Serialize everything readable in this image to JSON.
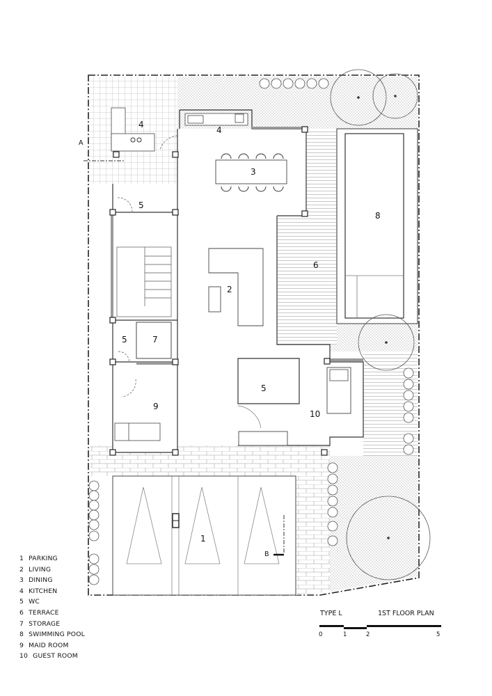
{
  "drawing": {
    "type_label": "TYPE  L",
    "plan_title": "1ST FLOOR PLAN",
    "scale_bar": {
      "ticks": [
        "0",
        "1",
        "2",
        "5"
      ]
    },
    "section_markers": {
      "a": "A",
      "b": "B"
    }
  },
  "legend": [
    {
      "num": "1",
      "label": "PARKING"
    },
    {
      "num": "2",
      "label": "LIVING"
    },
    {
      "num": "3",
      "label": "DINING"
    },
    {
      "num": "4",
      "label": "KITCHEN"
    },
    {
      "num": "5",
      "label": "WC"
    },
    {
      "num": "6",
      "label": "TERRACE"
    },
    {
      "num": "7",
      "label": "STORAGE"
    },
    {
      "num": "8",
      "label": "SWIMMING POOL"
    },
    {
      "num": "9",
      "label": "MAID ROOM"
    },
    {
      "num": "10",
      "label": "GUEST ROOM"
    }
  ],
  "room_tags": {
    "kitchen_outdoor": "4",
    "kitchen_indoor": "4",
    "dining": "3",
    "wc_top": "5",
    "terrace": "6",
    "pool": "8",
    "living": "2",
    "wc_mid": "5",
    "storage": "7",
    "wc_guest": "5",
    "maid_room": "9",
    "guest_room": "10",
    "parking": "1"
  },
  "colors": {
    "line": "#222222",
    "wall_fill": "#9a9a9a",
    "hatch": "#bdbdbd",
    "paper": "#ffffff"
  }
}
